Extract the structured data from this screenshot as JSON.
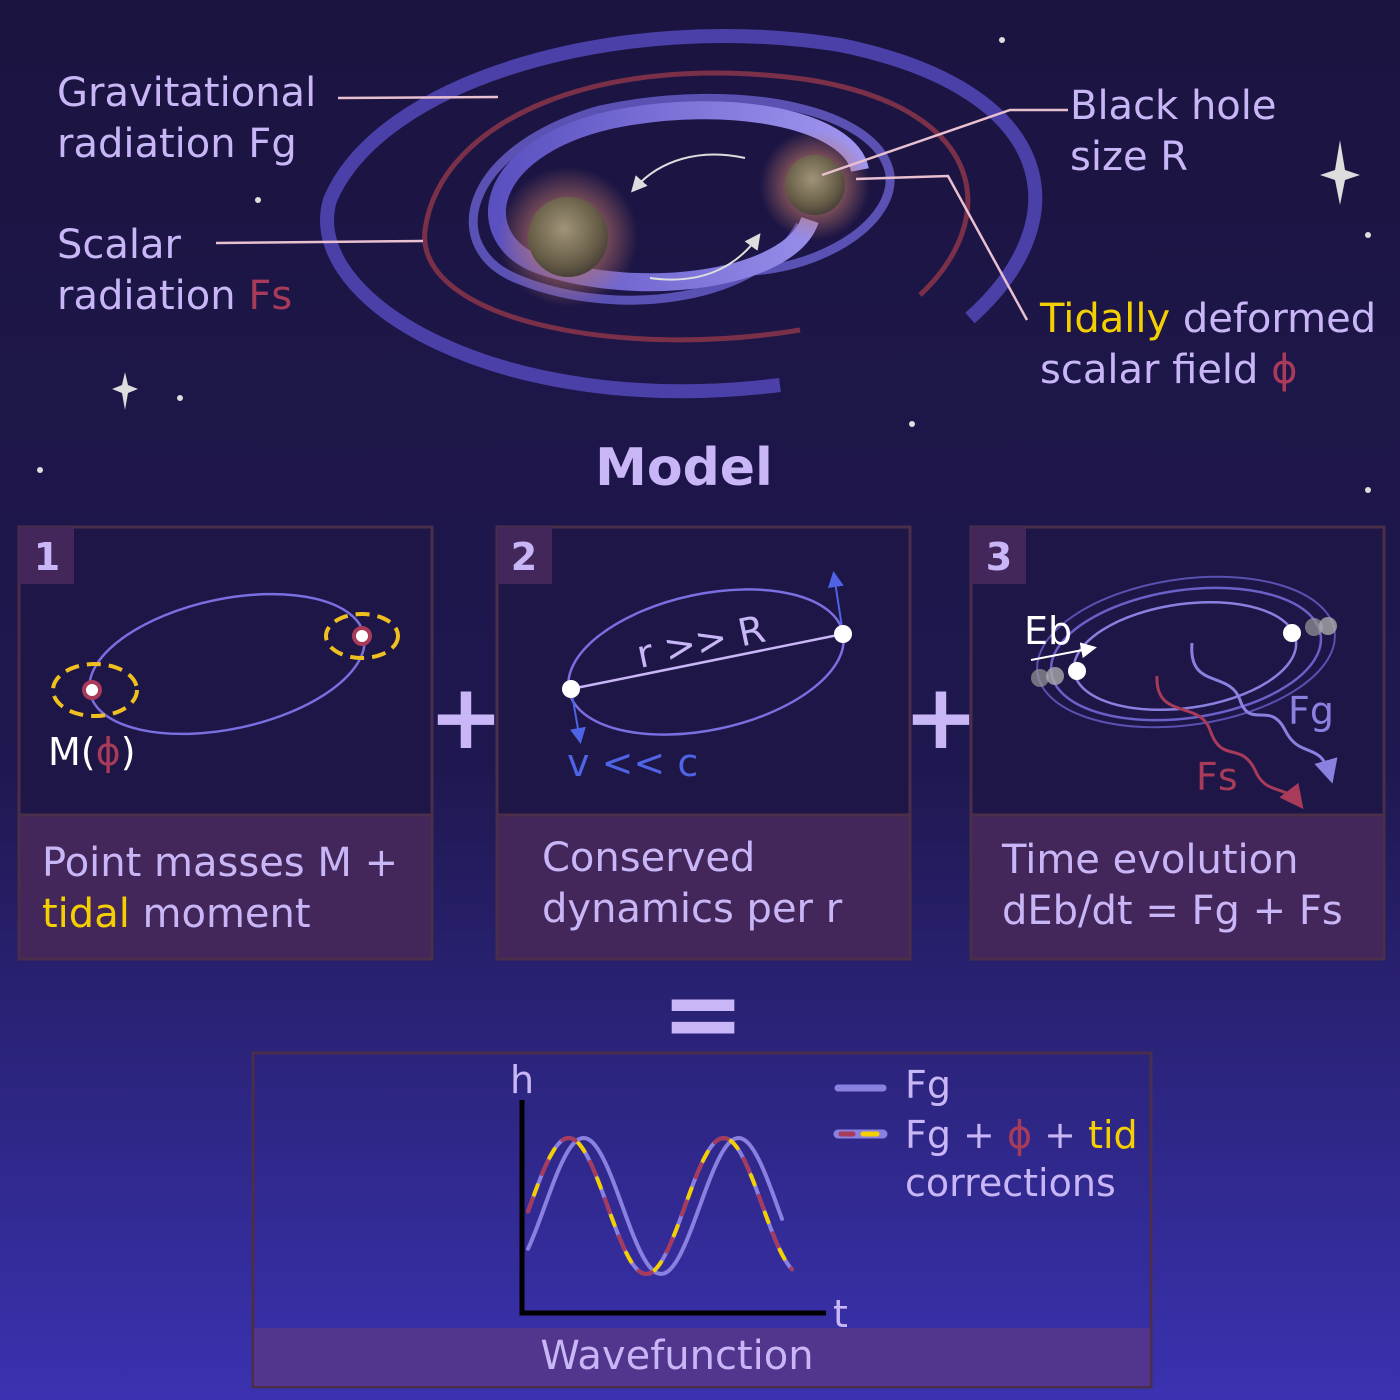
{
  "top": {
    "grav_label_line1": "Gravitational",
    "grav_label_line2": "radiation Fg",
    "scalar_label_line1": "Scalar",
    "scalar_label_line2_a": "radiation ",
    "scalar_label_line2_b": "Fs",
    "bh_label_line1": "Black hole",
    "bh_label_line2": "size R",
    "tidal_label_line1_a": "Tidally",
    "tidal_label_line1_b": " deformed",
    "tidal_label_line2_a": "scalar field ",
    "tidal_label_line2_b": "ϕ"
  },
  "model_title": "Model",
  "panels": [
    {
      "number": "1",
      "mass_label_a": "M(",
      "mass_label_b": "ϕ",
      "mass_label_c": ")",
      "caption_line1": "Point masses M +",
      "caption_line2_a": "tidal",
      "caption_line2_b": " moment"
    },
    {
      "number": "2",
      "r_label": "r >> R",
      "v_label": "v << c",
      "caption_line1": "Conserved",
      "caption_line2": "dynamics per r"
    },
    {
      "number": "3",
      "eb_label": "Eb",
      "fg_label": "Fg",
      "fs_label": "Fs",
      "caption_line1": "Time evolution",
      "caption_line2": "dEb/dt = Fg + Fs"
    }
  ],
  "operators": {
    "plus1": "+",
    "plus2": "+",
    "equals": "="
  },
  "result": {
    "y_axis": "h",
    "x_axis": "t",
    "legend_1": "Fg",
    "legend_2_a": "Fg + ",
    "legend_2_b": "ϕ",
    "legend_2_c": " + ",
    "legend_2_d": "tid",
    "legend_2_line2": "corrections",
    "caption": "Wavefunction"
  },
  "colors": {
    "lavender": "#c9b6f7",
    "scalar_red": "#a83a5a",
    "tidal_yellow": "#f5d000",
    "wave_purple": "#8a80e0"
  }
}
